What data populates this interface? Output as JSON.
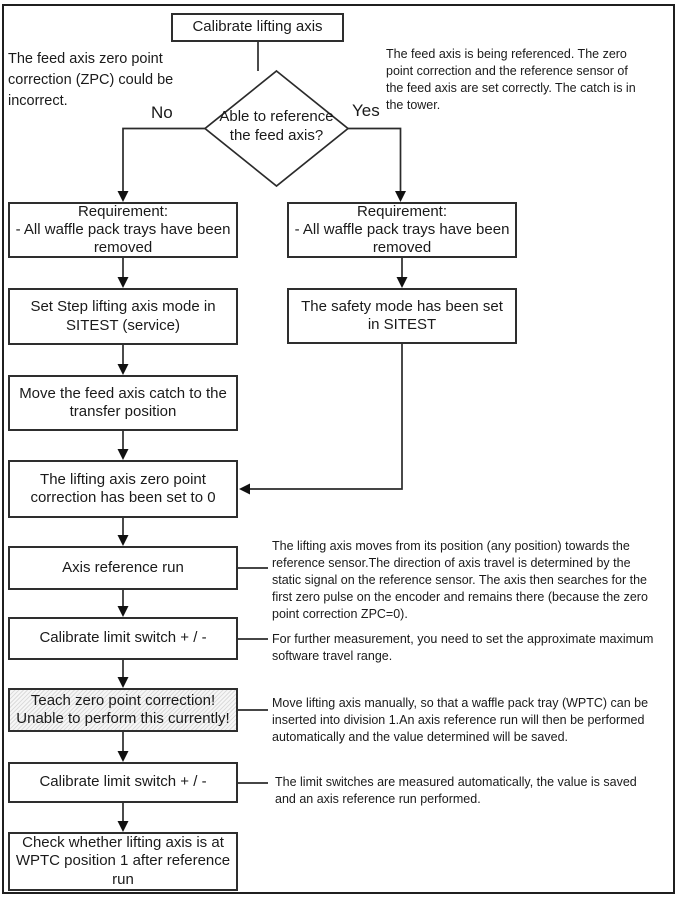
{
  "colors": {
    "line": "#2b2b2b",
    "text": "#1a1a1a",
    "shaded_node_fill": "#ededed"
  },
  "start_node": {
    "label": "Calibrate lifting axis"
  },
  "decision": {
    "question": "Able to reference\nthe feed axis?",
    "no_label": "No",
    "yes_label": "Yes"
  },
  "annotations": {
    "zpc_incorrect": "The feed axis zero point\ncorrection (ZPC) could be\nincorrect.",
    "feed_axis_referenced": "The feed axis is being referenced. The zero\npoint correction and the reference sensor of\nthe feed axis are set correctly. The catch is in\nthe tower."
  },
  "no_branch": [
    {
      "label": "Requirement:\n- All waffle pack trays have been\nremoved"
    },
    {
      "label": "Set Step lifting axis mode in\nSITEST (service)"
    },
    {
      "label": "Move the feed axis catch to the\ntransfer position"
    },
    {
      "label": "The lifting axis zero point\ncorrection has been set to 0"
    },
    {
      "label": "Axis reference run"
    },
    {
      "label": "Calibrate limit switch + / -"
    },
    {
      "label": "Teach zero point correction!\nUnable to perform this currently!",
      "shaded": true
    },
    {
      "label": "Calibrate limit switch + / -"
    },
    {
      "label": "Check whether lifting axis is at\nWPTC position 1 after reference\nrun"
    }
  ],
  "yes_branch": [
    {
      "label": "Requirement:\n- All waffle pack trays have been\nremoved"
    },
    {
      "label": "The safety mode has been set\nin SITEST"
    }
  ],
  "side_notes": [
    {
      "text": "The lifting axis moves from its position (any position) towards the\nreference sensor.The direction of axis travel is determined by the\nstatic signal on the reference sensor. The axis then searches for the\nfirst zero pulse on the encoder and remains there (because the zero\npoint correction ZPC=0)."
    },
    {
      "text": "For further measurement, you need to set the approximate maximum\nsoftware travel range."
    },
    {
      "text": "Move lifting axis manually, so that a waffle pack tray (WPTC) can be\ninserted into division 1.An axis reference run will then be performed\nautomatically and the value determined will be saved."
    },
    {
      "text": "The limit switches are measured automatically, the value is saved\nand an axis reference run performed."
    }
  ]
}
